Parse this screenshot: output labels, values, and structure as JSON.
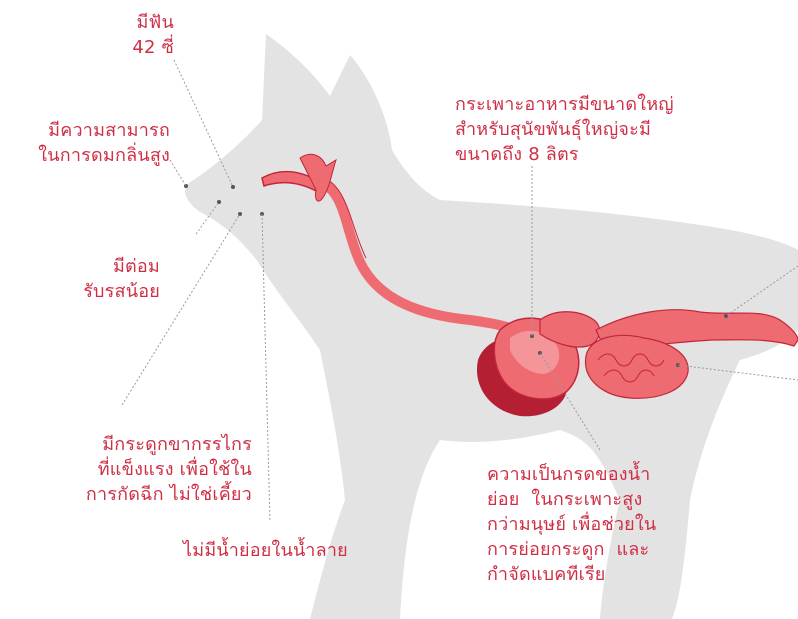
{
  "labels": {
    "teeth": "มีฟัน\n42 ซี่",
    "smell": "มีความสามารถ\nในการดมกลิ่นสูง",
    "taste": "มีต่อม\nรับรสน้อย",
    "jaw": "มีกระดูกขากรรไกร\nที่แข็งแรง เพื่อใช้ใน\nการกัดฉีก ไม่ใช่เคี้ยว",
    "saliva": "ไม่มีน้ำย่อยในน้ำลาย",
    "stomach": "กระเพาะอาหารมีขนาดใหญ่\nสำหรับสุนัขพันธุ์ใหญ่จะมี\nขนาดถึง 8 ลิตร",
    "acid": "ความเป็นกรดของน้ำ\nย่อย  ในกระเพาะสูง\nกว่ามนุษย์ เพื่อช่วยใน\nการย่อยกระดูก  และ\nกำจัดแบคทีเรีย"
  },
  "colors": {
    "text": "#cf2f45",
    "silhouette": "#e3e3e3",
    "organ": "#ef6b72",
    "organ_dark": "#c2263b",
    "liver": "#b51f33",
    "leader": "#a9a9a9"
  }
}
